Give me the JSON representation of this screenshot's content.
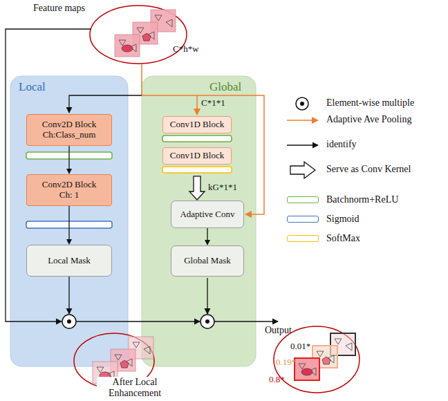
{
  "diagram": {
    "nodes": [
      {
        "text": [
          "Local"
        ]
      },
      {
        "text": [
          "Conv2D Block Ch:Class_num"
        ],
        "in": 0
      },
      {
        "text": [
          "Conv2D Block Ch: 1"
        ],
        "in": 0
      },
      {
        "text": [
          "Local Mask"
        ],
        "in": 0
      },
      {
        "text": [
          "Global"
        ]
      },
      {
        "text": [
          "Conv1D Block"
        ],
        "in": 4
      },
      {
        "text": [
          "Conv1D Block"
        ],
        "in": 4
      },
      {
        "text": [
          "Adaptive Conv"
        ],
        "in": 4
      },
      {
        "text": [
          "Global Mask"
        ],
        "in": 4
      }
    ],
    "edges": [
      {
        "from": 1,
        "to": 2,
        "arrow": "to"
      },
      {
        "from": 2,
        "to": 3,
        "arrow": "to"
      },
      {
        "from": 6,
        "to": 7,
        "label": "kG*1*1",
        "arrow": "to"
      },
      {
        "from": 7,
        "to": 8,
        "arrow": "to"
      }
    ],
    "labels": [
      "Feature maps",
      "C*h*w",
      "C*1*1",
      "Output",
      "0.01*",
      "0.19*",
      "0.8*",
      "After Local Enhancement"
    ],
    "legend": [
      {
        "text": "Element-wise multiple"
      },
      {
        "text": "Adaptive Ave Pooling"
      },
      {
        "text": "identify"
      },
      {
        "text": "Serve as Conv Kernel"
      },
      {
        "text": "Batchnorm+ReLU",
        "color": "#70ad47"
      },
      {
        "text": "Sigmoid",
        "color": "#4472c4"
      },
      {
        "text": "SoftMax",
        "color": "#ffc000"
      }
    ]
  }
}
